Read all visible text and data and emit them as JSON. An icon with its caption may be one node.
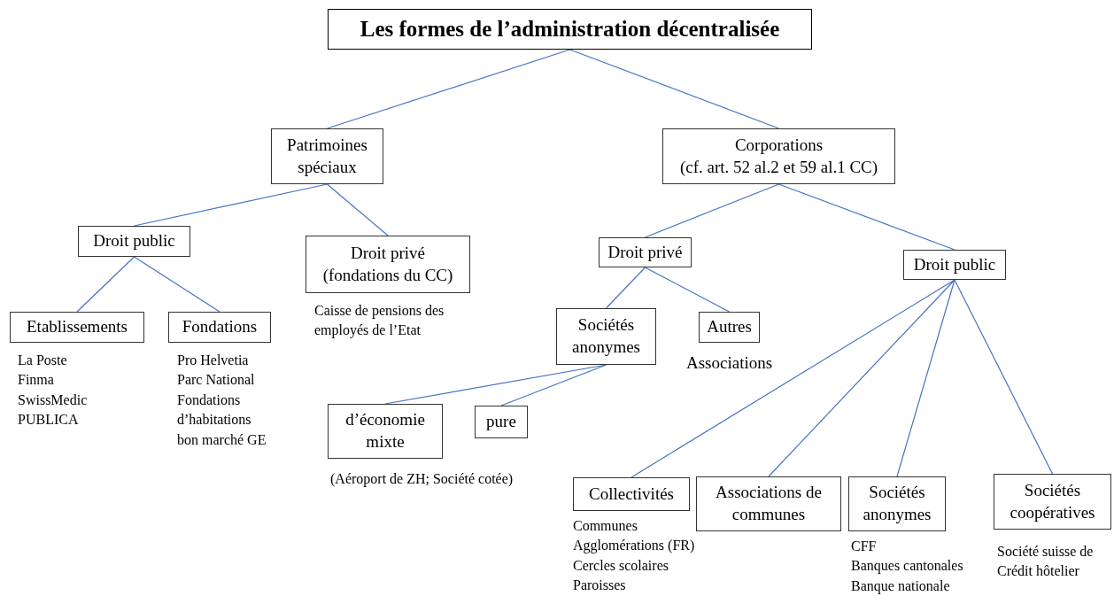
{
  "diagram": {
    "nodes": [
      {
        "text": [
          "Les formes de l’administration décentralisée"
        ]
      },
      {
        "text": [
          "Patrimoines spéciaux"
        ]
      },
      {
        "text": [
          "Corporations",
          "(cf. art. 52 al.2 et 59 al.1 CC)"
        ]
      },
      {
        "text": [
          "Droit public"
        ]
      },
      {
        "text": [
          "Droit privé",
          "(fondations du CC)"
        ],
        "beside": [
          "Caisse de pensions des employés de l’Etat"
        ]
      },
      {
        "text": [
          "Etablissements"
        ],
        "beside": [
          "La Poste",
          "Finma",
          "SwissMedic",
          "PUBLICA"
        ]
      },
      {
        "text": [
          "Fondations"
        ],
        "beside": [
          "Pro Helvetia",
          "Parc National",
          "Fondations d’habitations bon marché GE"
        ]
      },
      {
        "text": [
          "Droit privé"
        ]
      },
      {
        "text": [
          "Droit public"
        ]
      },
      {
        "text": [
          "Sociétés anonymes"
        ]
      },
      {
        "text": [
          "Autres"
        ],
        "beside": [
          "Associations"
        ]
      },
      {
        "text": [
          "d’économie mixte"
        ],
        "beside": [
          "(Aéroport de ZH; Société cotée)"
        ]
      },
      {
        "text": [
          "pure"
        ]
      },
      {
        "text": [
          "Collectivités"
        ],
        "beside": [
          "Communes",
          "Agglomérations (FR)",
          "Cercles scolaires",
          "Paroisses"
        ]
      },
      {
        "text": [
          "Associations de communes"
        ]
      },
      {
        "text": [
          "Sociétés anonymes"
        ],
        "beside": [
          "CFF",
          "Banques cantonales",
          "Banque nationale"
        ]
      },
      {
        "text": [
          "Sociétés coopératives"
        ],
        "beside": [
          "Société suisse de Crédit hôtelier"
        ]
      }
    ],
    "edges": [
      {
        "from": 0,
        "to": 1,
        "arrow": "none"
      },
      {
        "from": 0,
        "to": 2,
        "arrow": "none"
      },
      {
        "from": 1,
        "to": 3,
        "arrow": "none"
      },
      {
        "from": 1,
        "to": 4,
        "arrow": "none"
      },
      {
        "from": 3,
        "to": 5,
        "arrow": "none"
      },
      {
        "from": 3,
        "to": 6,
        "arrow": "none"
      },
      {
        "from": 2,
        "to": 7,
        "arrow": "none"
      },
      {
        "from": 2,
        "to": 8,
        "arrow": "none"
      },
      {
        "from": 7,
        "to": 9,
        "arrow": "none"
      },
      {
        "from": 7,
        "to": 10,
        "arrow": "none"
      },
      {
        "from": 9,
        "to": 11,
        "arrow": "none"
      },
      {
        "from": 9,
        "to": 12,
        "arrow": "none"
      },
      {
        "from": 8,
        "to": 13,
        "arrow": "none"
      },
      {
        "from": 8,
        "to": 14,
        "arrow": "none"
      },
      {
        "from": 8,
        "to": 15,
        "arrow": "none"
      },
      {
        "from": 8,
        "to": 16,
        "arrow": "none"
      }
    ]
  }
}
